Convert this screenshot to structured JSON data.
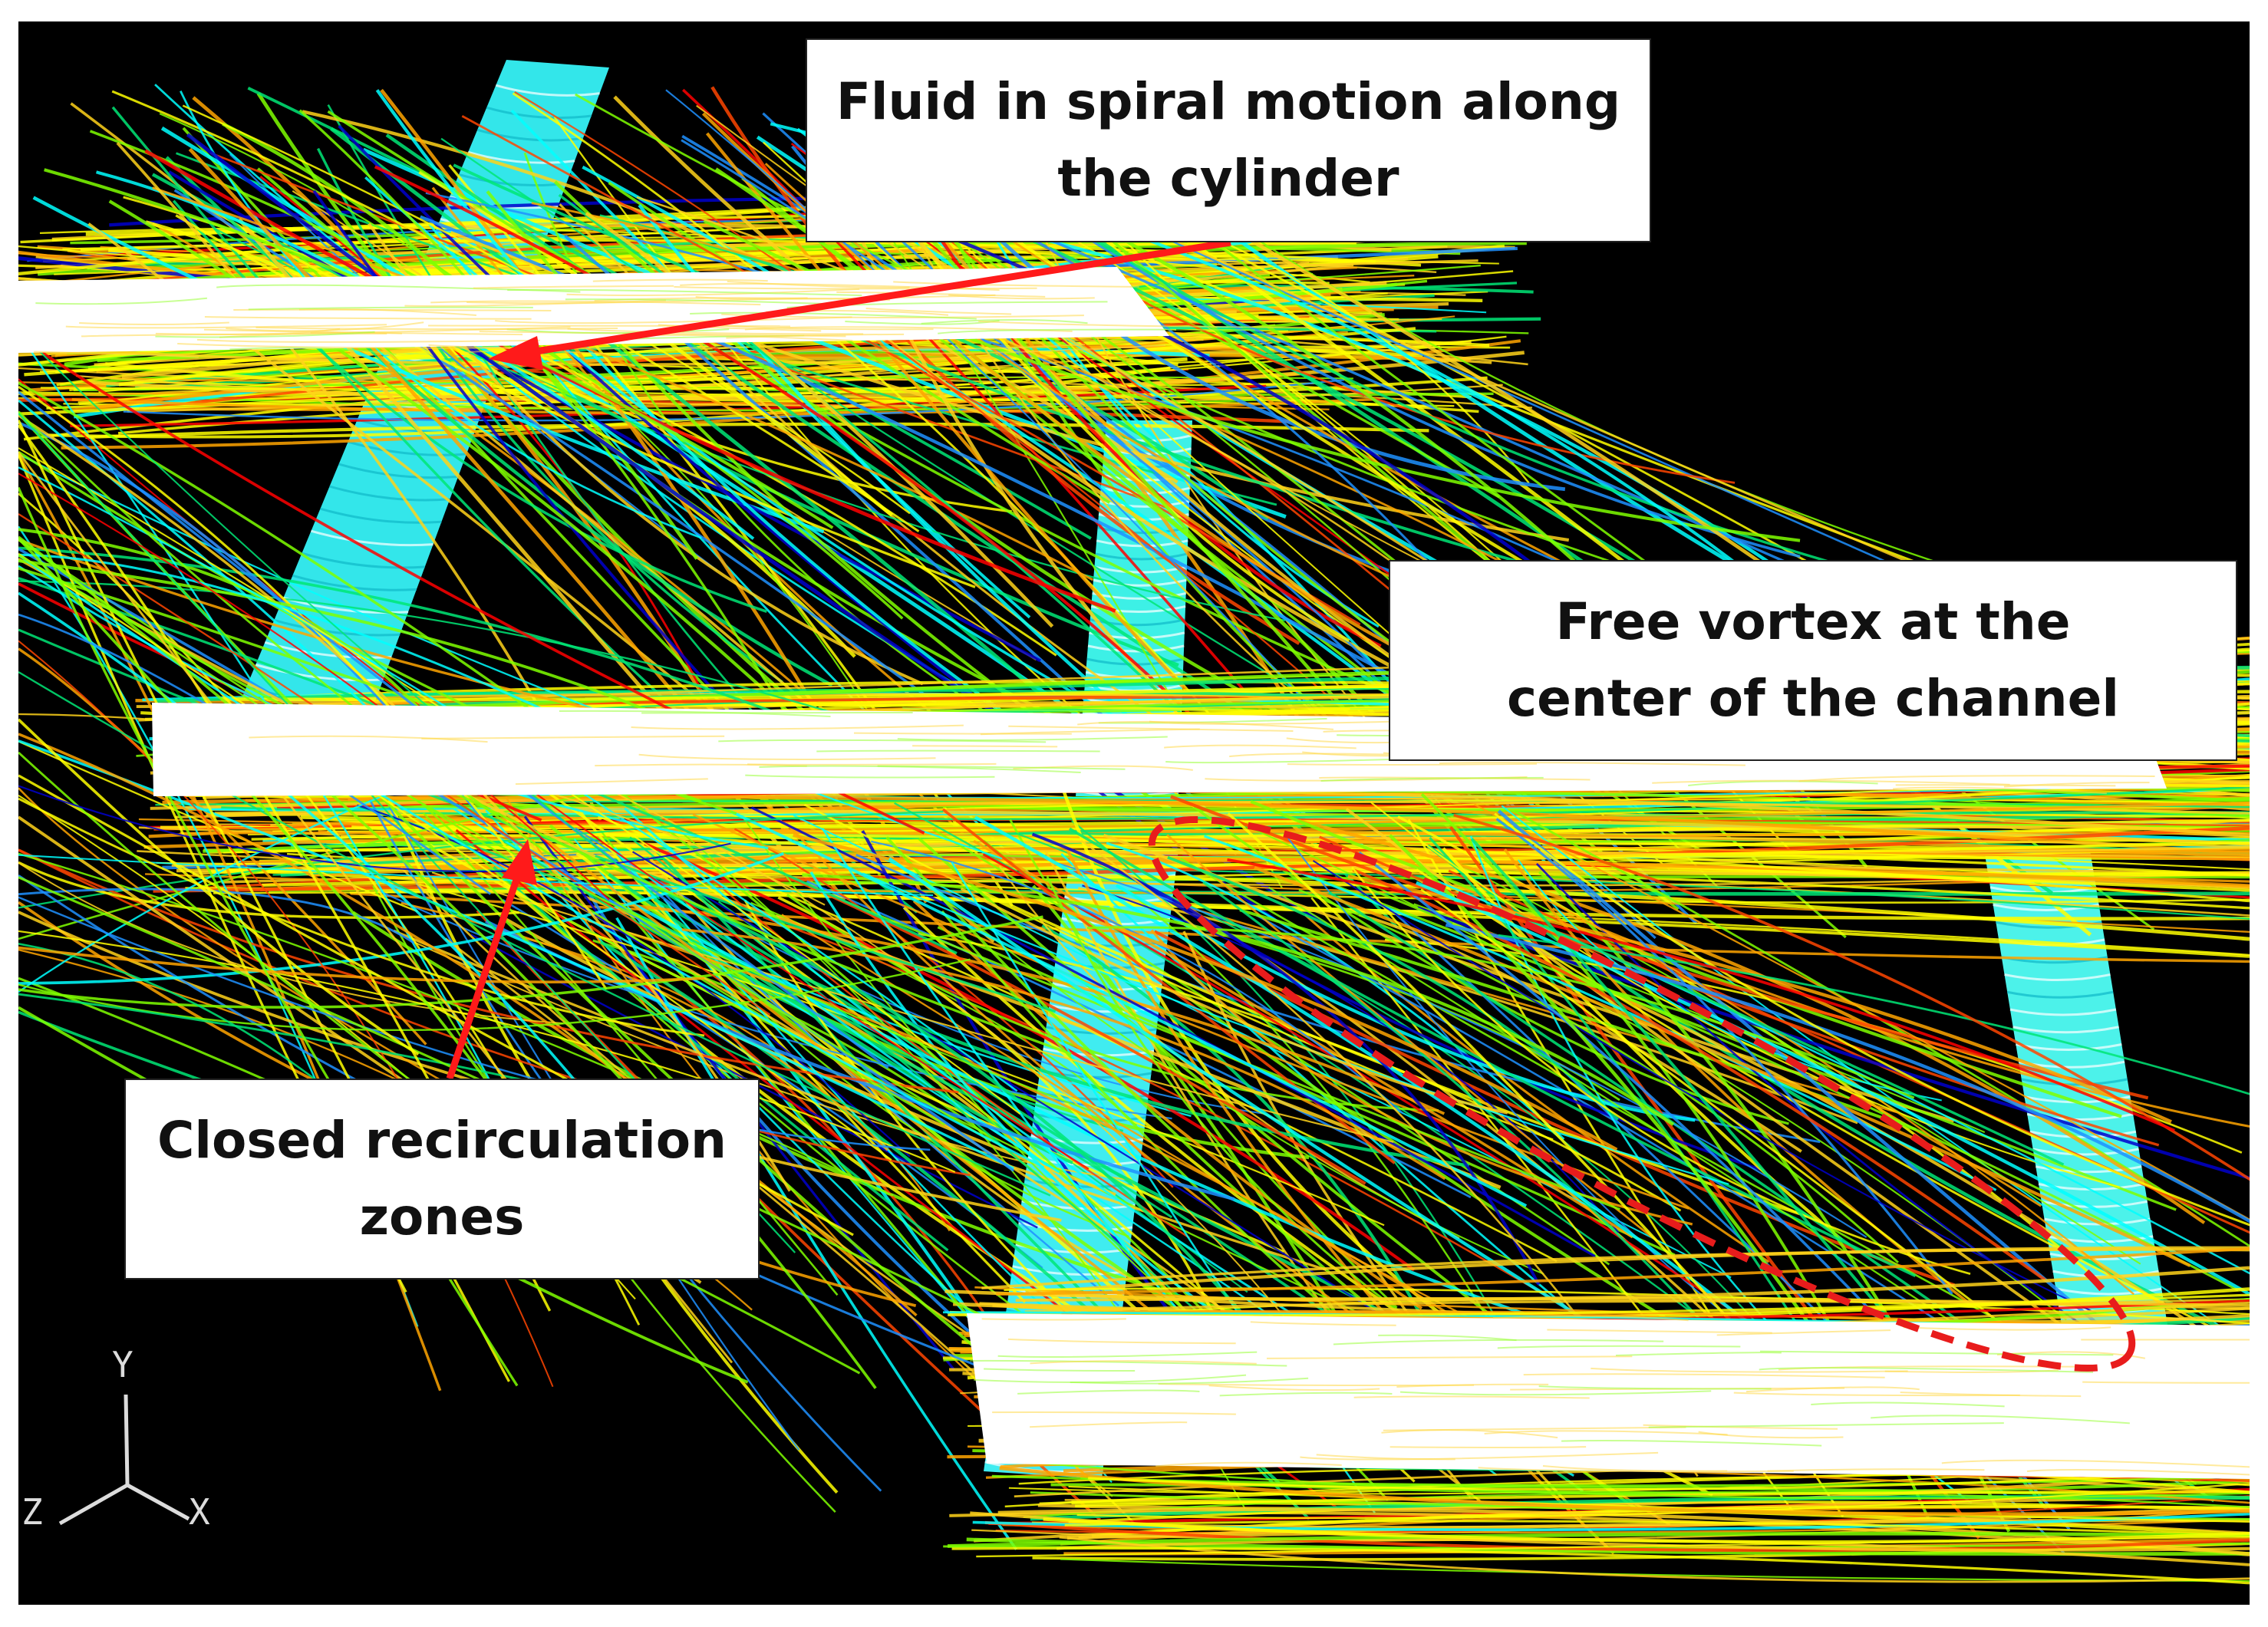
{
  "figure": {
    "annotations": {
      "spiral": "Fluid in spiral motion along\nthe cylinder",
      "vortex": "Free vortex at the\ncenter of the channel",
      "recirculation": "Closed recirculation\nzones"
    },
    "axes": {
      "x": "X",
      "y": "Y",
      "z": "Z"
    },
    "colors": {
      "background": "#000000",
      "cylinder": "#ffffff",
      "arrow": "#ff1a1a",
      "highlight_ellipse": "#e81c1c",
      "streamline_palette": [
        "#ffff00",
        "#ffd21a",
        "#ffa500",
        "#7fff00",
        "#00e676",
        "#00ffff",
        "#1e90ff",
        "#0000cd",
        "#ff4500",
        "#ff0000"
      ]
    }
  }
}
